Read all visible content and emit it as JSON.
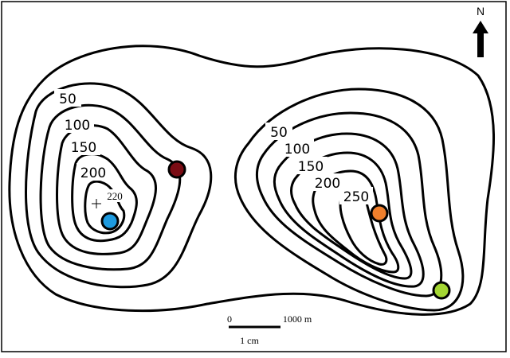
{
  "map": {
    "north_label": "N",
    "left_hill": {
      "contour_labels": [
        "50",
        "100",
        "150",
        "200"
      ],
      "spot_height": "220"
    },
    "right_hill": {
      "contour_labels": [
        "50",
        "100",
        "150",
        "200",
        "250"
      ]
    },
    "markers": [
      {
        "name": "blue",
        "color": "#1e9be0"
      },
      {
        "name": "dark-red",
        "color": "#7a0c14"
      },
      {
        "name": "orange",
        "color": "#f07f2c"
      },
      {
        "name": "lime",
        "color": "#a4d633"
      }
    ],
    "scale": {
      "start_label": "0",
      "end_label": "1000 m",
      "unit_label": "1 cm"
    }
  }
}
